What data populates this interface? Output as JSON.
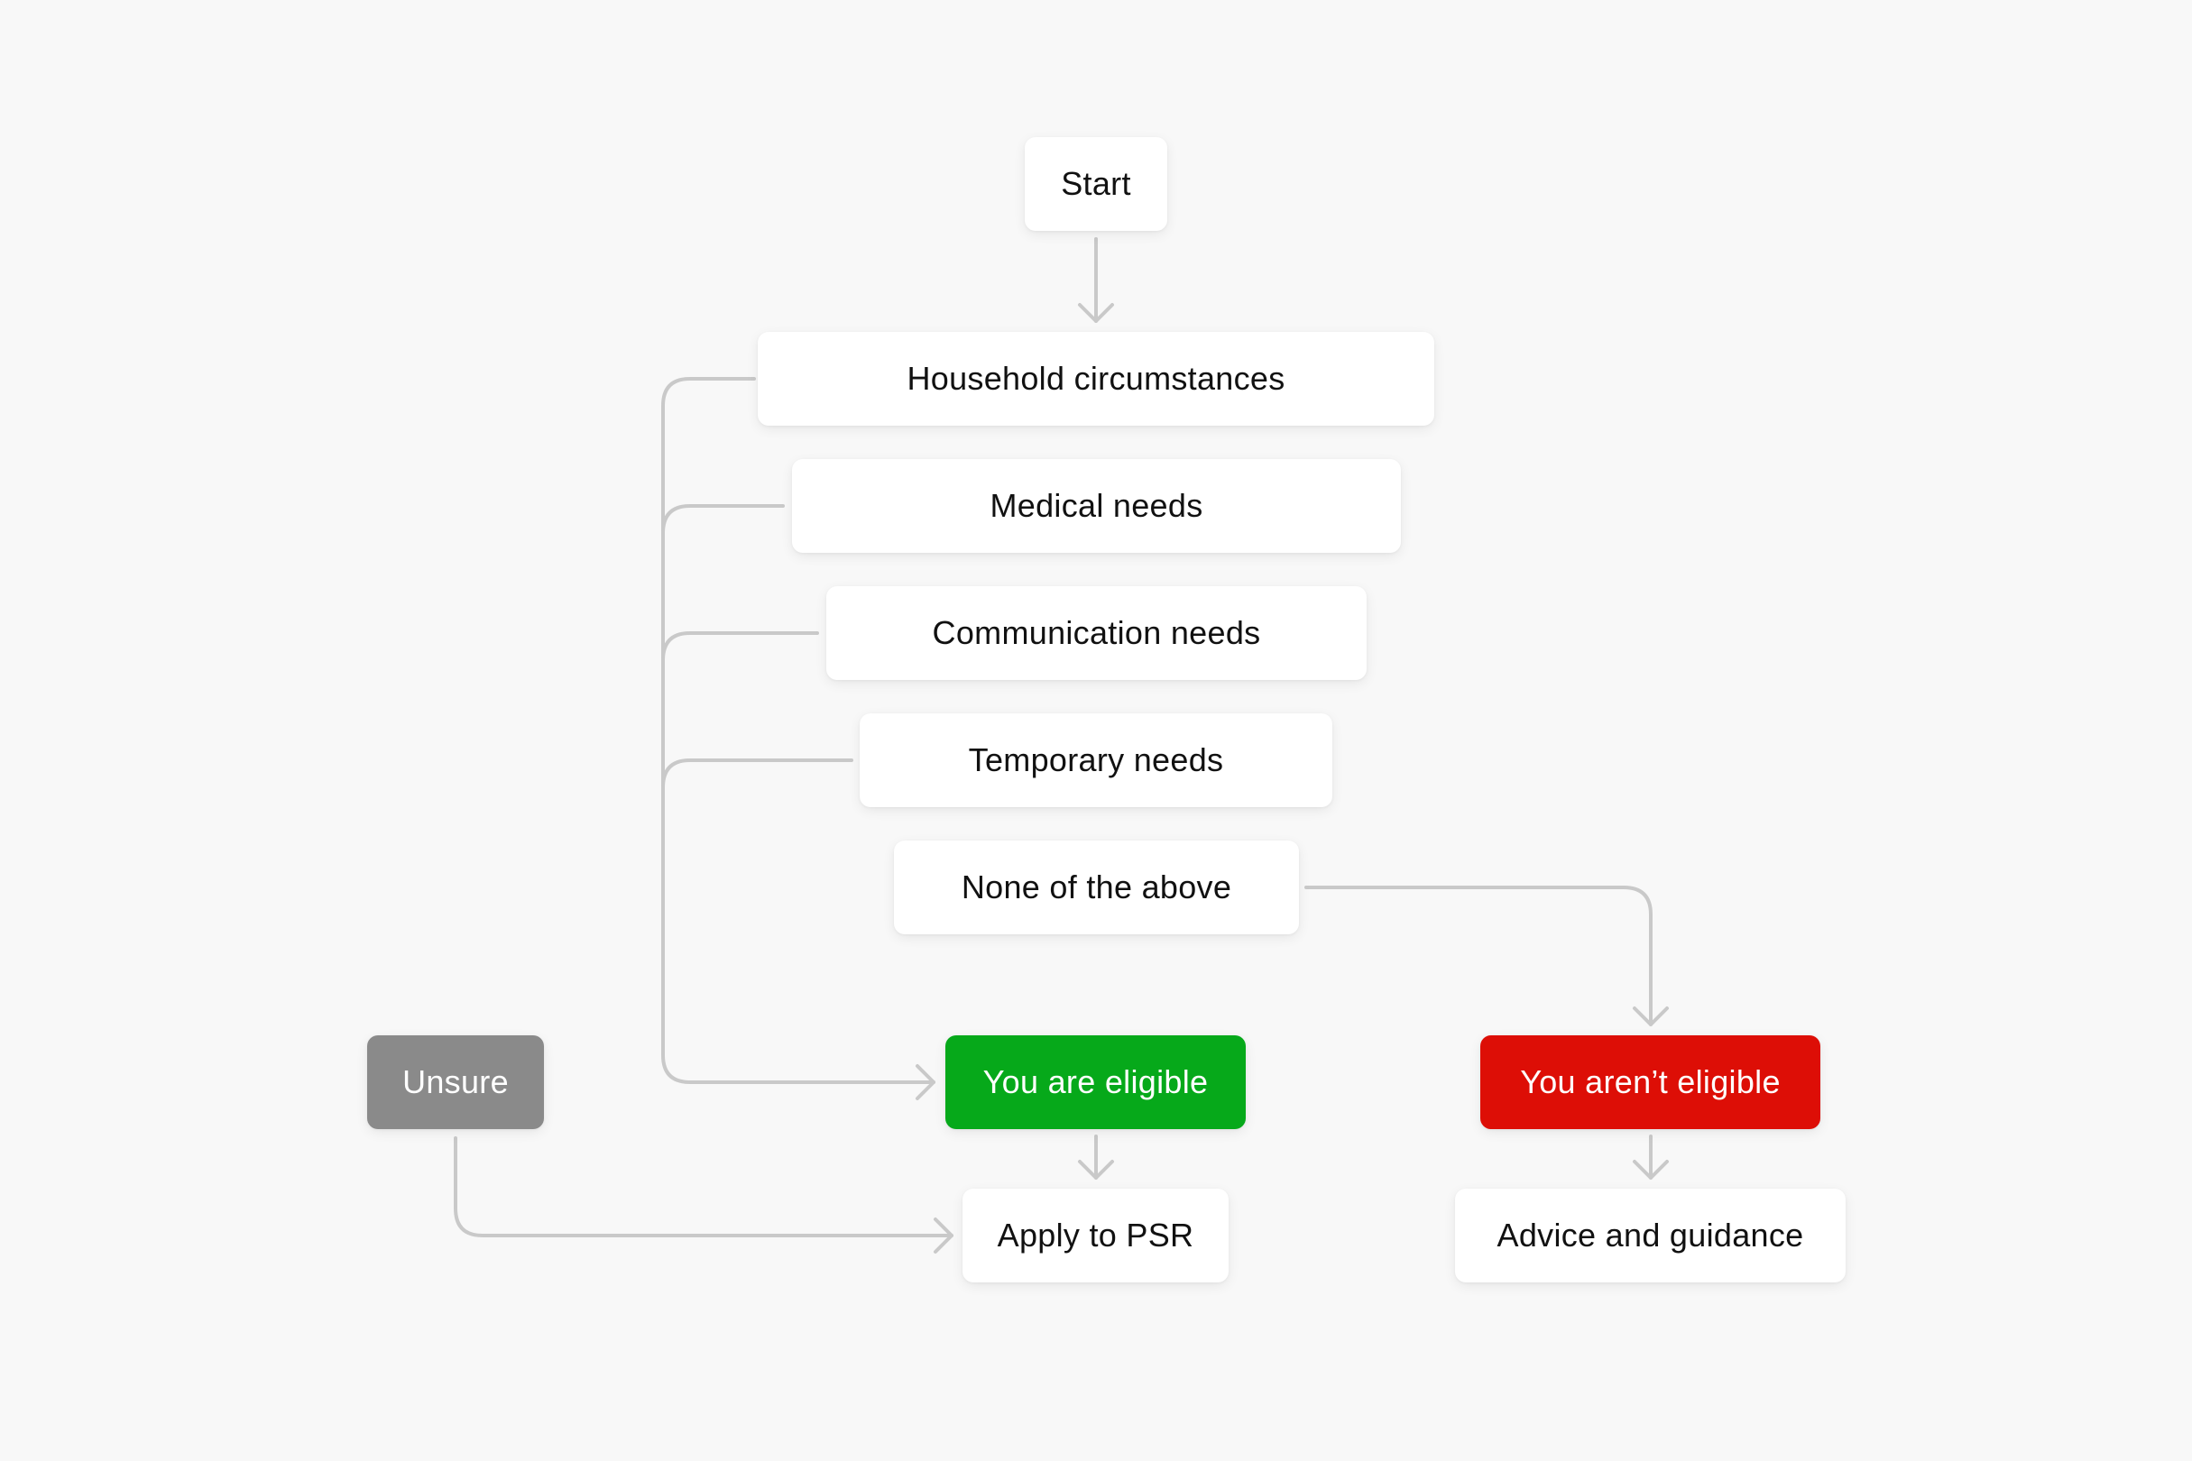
{
  "diagram": {
    "nodes": {
      "start": "Start",
      "household": "Household circumstances",
      "medical": "Medical needs",
      "communication": "Communication needs",
      "temporary": "Temporary needs",
      "none": "None of the above",
      "unsure": "Unsure",
      "eligible": "You are eligible",
      "not_eligible": "You aren’t eligible",
      "apply": "Apply to PSR",
      "advice": "Advice and guidance"
    },
    "colors": {
      "background": "#f8f8f8",
      "node": "#ffffff",
      "connector": "#cccccc",
      "eligible": "#06a91a",
      "not_eligible": "#dd0e06",
      "unsure": "#8a8a8a"
    }
  }
}
